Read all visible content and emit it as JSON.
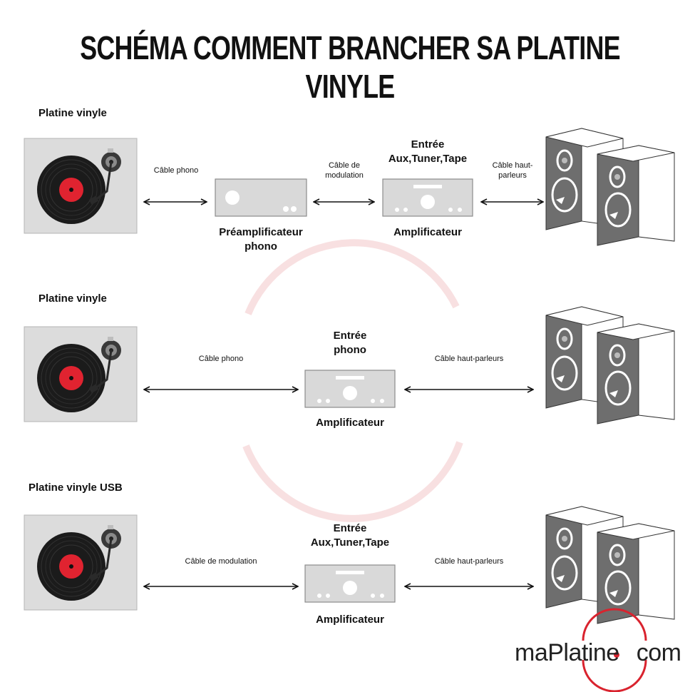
{
  "title": "SCHÉMA COMMENT BRANCHER SA PLATINE VINYLE",
  "colors": {
    "accent": "#d9232e",
    "device": "#d9d9d9",
    "speaker": "#6e6e6e",
    "turntable_bg": "#dcdcdc"
  },
  "rows": [
    {
      "label": "Platine vinyle",
      "cable1": "Câble phono",
      "preamp_label": "Préamplificateur\nphono",
      "cable2": "Câble de\nmodulation",
      "input_label": "Entrée\nAux,Tuner,Tape",
      "amp_label": "Amplificateur",
      "cable3": "Câble haut-\nparleurs"
    },
    {
      "label": "Platine vinyle",
      "cable1": "Câble phono",
      "input_label": "Entrée\nphono",
      "amp_label": "Amplificateur",
      "cable2": "Câble haut-parleurs"
    },
    {
      "label": "Platine vinyle USB",
      "cable1": "Câble de modulation",
      "input_label": "Entrée\nAux,Tuner,Tape",
      "amp_label": "Amplificateur",
      "cable2": "Câble haut-parleurs"
    }
  ],
  "logo": {
    "text_left": "maPlatine",
    "text_right": "com"
  }
}
